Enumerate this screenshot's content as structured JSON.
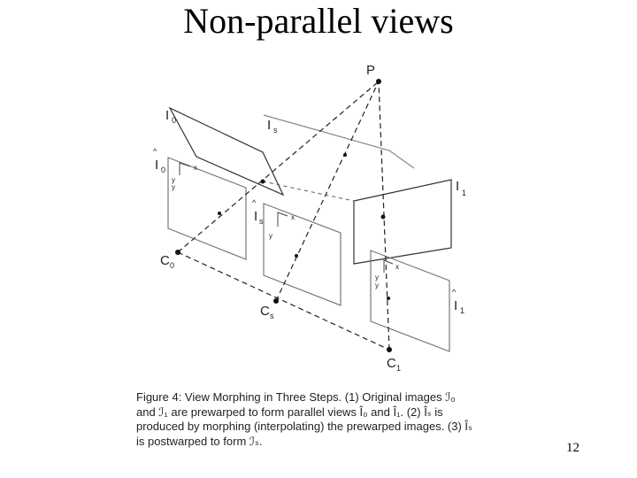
{
  "slide": {
    "title": "Non-parallel views",
    "page_number": "12"
  },
  "diagram": {
    "labels": {
      "P": "P",
      "I0": "I",
      "I0_sub": "0",
      "Is": "I",
      "Is_sub": "s",
      "I1": "I",
      "I1_sub": "1",
      "I0_hat": "I",
      "I0_hat_sub": "0",
      "Is_hat": "I",
      "Is_hat_sub": "s",
      "I1_hat": "I",
      "I1_hat_sub": "1",
      "C0": "C",
      "C0_sub": "0",
      "Cs": "C",
      "Cs_sub": "s",
      "C1": "C",
      "C1_sub": "1",
      "x": "x",
      "y": "y"
    }
  },
  "caption": {
    "lines": [
      "Figure 4:  View Morphing in Three Steps. (1) Original images ℐ₀",
      "and ℐ₁ are prewarped to form parallel views Î₀ and Î₁. (2) Îₛ is",
      "produced by morphing (interpolating) the prewarped images. (3) Îₛ",
      "is postwarped to form ℐₛ."
    ]
  }
}
